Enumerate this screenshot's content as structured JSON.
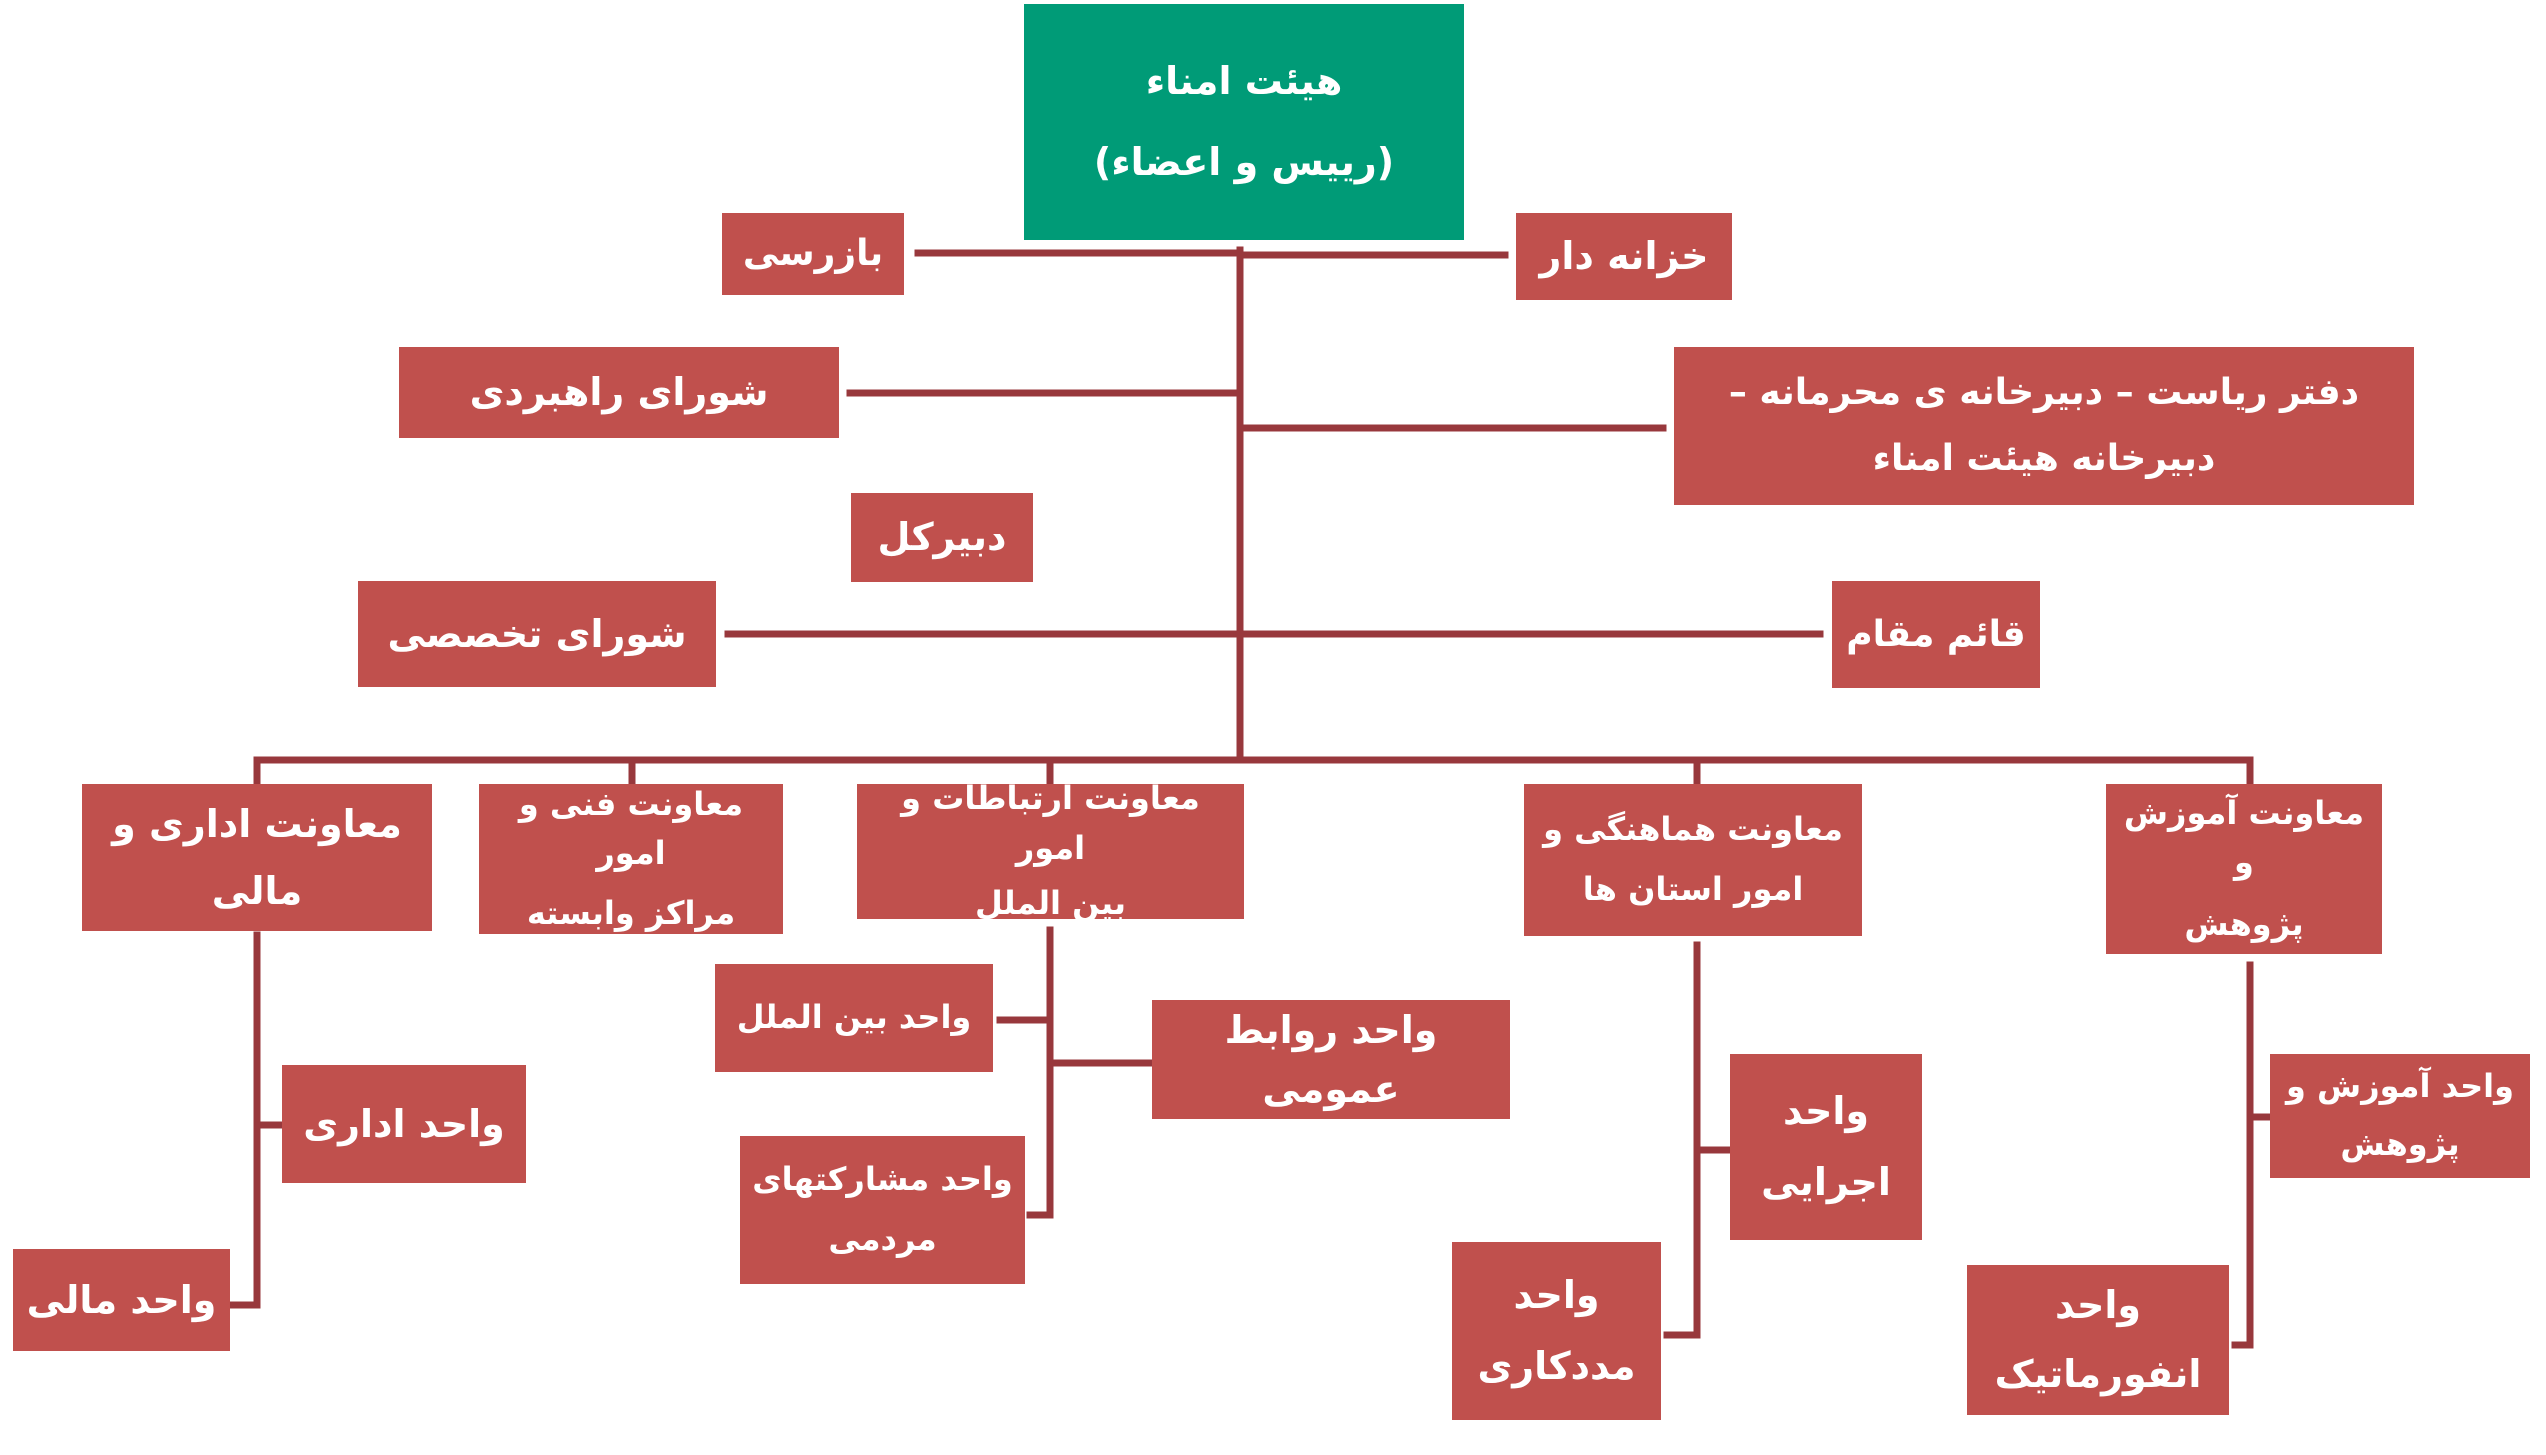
{
  "colors": {
    "root_fill": "#009b77",
    "node_fill": "#c0504d",
    "connector": "#98383c",
    "text": "#ffffff"
  },
  "root": {
    "line1": "هیئت امناء",
    "line2": "(رییس و اعضاء)"
  },
  "board_level": {
    "inspection": "بازرسی",
    "treasurer": "خزانه دار",
    "steering_council": "شورای راهبردی",
    "presidency_office": {
      "line1": "دفتر ریاست – دبیرخانه ی محرمانه –",
      "line2": "دبیرخانه هیئت امناء"
    },
    "secretary_general": "دبیرکل",
    "expert_council": "شورای تخصصی",
    "deputy": "قائم مقام"
  },
  "deputies": {
    "admin_finance": {
      "line1": "معاونت اداری و",
      "line2": "مالی"
    },
    "technical": {
      "line1": "معاونت فنی و امور",
      "line2": "مراکز وابسته"
    },
    "communications": {
      "line1": "معاونت ارتباطات و امور",
      "line2": "بین الملل"
    },
    "coordination": {
      "line1": "معاونت هماهنگی و",
      "line2": "امور استان ها"
    },
    "education": {
      "line1": "معاونت آموزش و",
      "line2": "پژوهش"
    }
  },
  "units": {
    "admin": "واحد اداری",
    "finance": "واحد مالی",
    "international": "واحد بین الملل",
    "public_relations": "واحد روابط عمومی",
    "participation": {
      "line1": "واحد مشارکتهای",
      "line2": "مردمی"
    },
    "executive": {
      "line1": "واحد",
      "line2": "اجرایی"
    },
    "social_work": {
      "line1": "واحد",
      "line2": "مددکاری"
    },
    "education_research": {
      "line1": "واحد آموزش و",
      "line2": "پژوهش"
    },
    "informatics": {
      "line1": "واحد",
      "line2": "انفورماتیک"
    }
  }
}
